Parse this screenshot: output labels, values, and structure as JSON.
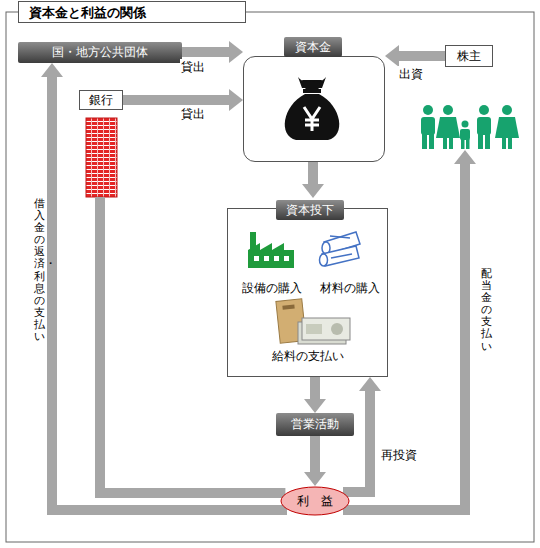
{
  "diagram": {
    "title": "資本金と利益の関係",
    "nodes": [
      {
        "text": [
          "国・地方公共団体"
        ]
      },
      {
        "text": [
          "資本金"
        ]
      },
      {
        "text": [
          "株主"
        ]
      },
      {
        "text": [
          "銀行"
        ]
      },
      {
        "text": [
          "資本投下",
          "設備の購入",
          "材料の購入",
          "給料の支払い"
        ]
      },
      {
        "text": [
          "営業活動"
        ]
      },
      {
        "text": [
          "利　益"
        ]
      }
    ],
    "edges": [
      {
        "from": 0,
        "to": 1,
        "label": "貸出",
        "arrow": "to"
      },
      {
        "from": 3,
        "to": 1,
        "label": "貸出",
        "arrow": "to"
      },
      {
        "from": 2,
        "to": 1,
        "label": "出資",
        "arrow": "to"
      },
      {
        "from": 1,
        "to": 4,
        "arrow": "to"
      },
      {
        "from": 4,
        "to": 5,
        "arrow": "to"
      },
      {
        "from": 5,
        "to": 6,
        "arrow": "to"
      },
      {
        "from": 6,
        "to": 4,
        "label": "再投資",
        "arrow": "to"
      },
      {
        "from": 6,
        "to": 0,
        "label": "借入金の返済・利息の支払い",
        "arrow": "to"
      },
      {
        "from": 6,
        "to": 3,
        "arrow": "none"
      },
      {
        "from": 6,
        "to": 2,
        "label": "配当金の支払い",
        "arrow": "to"
      }
    ]
  }
}
